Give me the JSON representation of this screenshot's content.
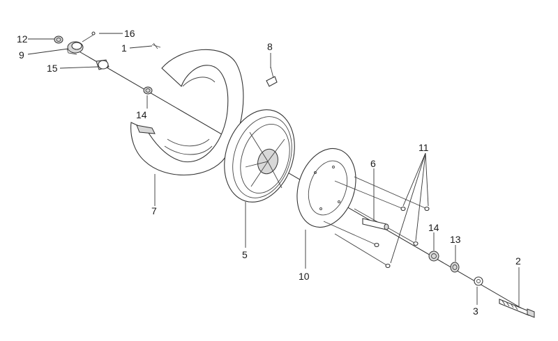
{
  "diagram": {
    "callouts": [
      {
        "id": "c12",
        "text": "12"
      },
      {
        "id": "c16",
        "text": "16"
      },
      {
        "id": "c1",
        "text": "1"
      },
      {
        "id": "c9",
        "text": "9"
      },
      {
        "id": "c15",
        "text": "15"
      },
      {
        "id": "c8",
        "text": "8"
      },
      {
        "id": "c14a",
        "text": "14"
      },
      {
        "id": "c7",
        "text": "7"
      },
      {
        "id": "c11",
        "text": "11"
      },
      {
        "id": "c6",
        "text": "6"
      },
      {
        "id": "c14b",
        "text": "14"
      },
      {
        "id": "c13",
        "text": "13"
      },
      {
        "id": "c2",
        "text": "2"
      },
      {
        "id": "c5",
        "text": "5"
      },
      {
        "id": "c10",
        "text": "10"
      },
      {
        "id": "c3",
        "text": "3"
      }
    ]
  }
}
